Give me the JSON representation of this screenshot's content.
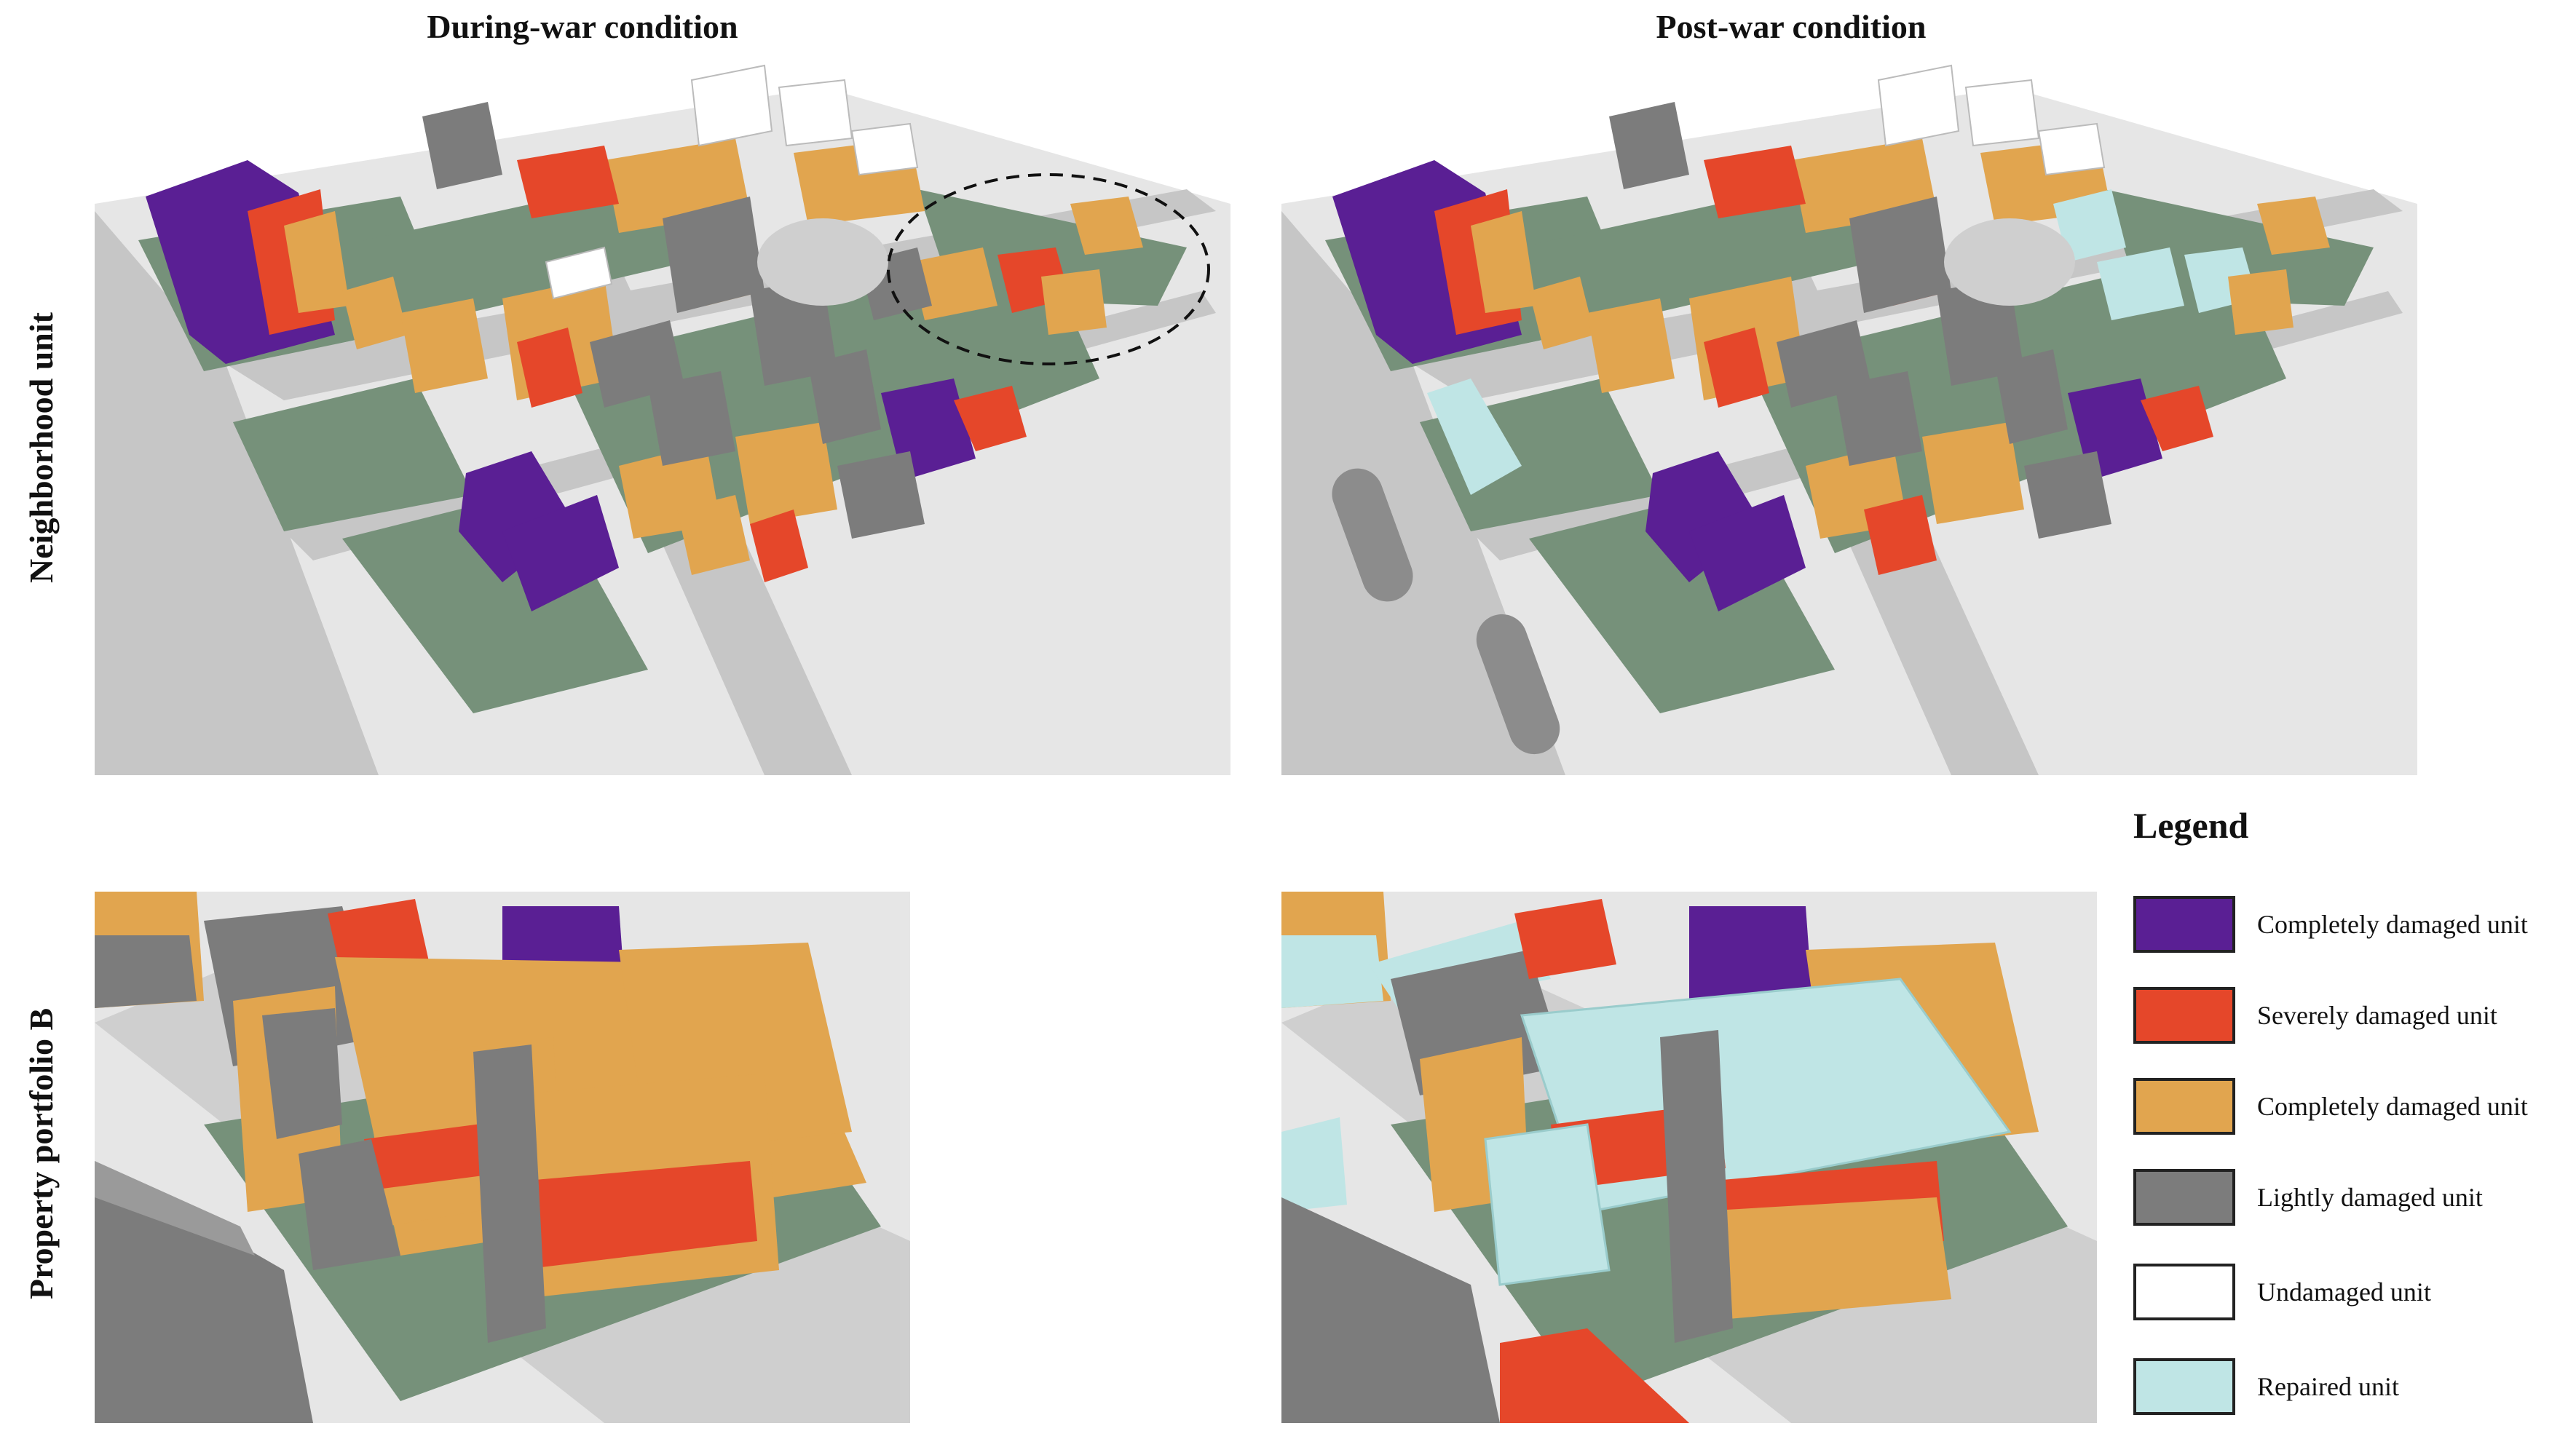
{
  "titles": {
    "left": "During-war condition",
    "right": "Post-war condition"
  },
  "row_labels": {
    "top": "Neighborhood unit",
    "bottom": "Property portfolio B"
  },
  "legend": {
    "title": "Legend",
    "items": [
      {
        "label": "Completely damaged unit",
        "color": "#5a1f94"
      },
      {
        "label": "Severely damaged unit",
        "color": "#e5472a"
      },
      {
        "label": "Completely damaged unit",
        "color": "#e1a54f"
      },
      {
        "label": "Lightly damaged unit",
        "color": "#7c7c7c"
      },
      {
        "label": "Undamaged unit",
        "color": "#ffffff"
      },
      {
        "label": "Repaired unit",
        "color": "#bfe5e5"
      }
    ]
  },
  "colors": {
    "ground": "#dcdcdc",
    "road": "#c4c4c4",
    "block": "#76917a",
    "purple": "#5a1f94",
    "red": "#e5472a",
    "orange": "#e1a54f",
    "gray": "#7c7c7c",
    "white": "#ffffff",
    "repaired": "#bfe5e5"
  }
}
